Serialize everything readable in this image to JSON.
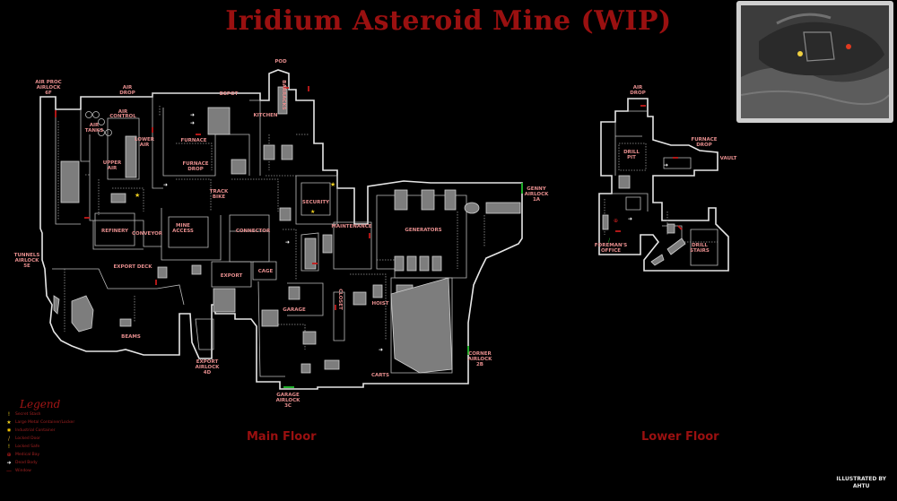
{
  "title": "Iridium Asteroid Mine (WIP)",
  "floors": {
    "main": "Main Floor",
    "lower": "Lower Floor"
  },
  "credit": {
    "line1": "ILLUSTRATED BY",
    "line2": "AHTU"
  },
  "labels": {
    "air_proc_1": "AIR PROC",
    "air_proc_2": "AIRLOCK",
    "air_proc_3": "6F",
    "air_drop_1": "AIR",
    "air_drop_2": "DROP",
    "air_control_1": "AIR",
    "air_control_2": "CONTROL",
    "air_tanks_1": "AIR",
    "air_tanks_2": "TANKS",
    "lower_air_1": "LOWER",
    "lower_air_2": "AIR",
    "upper_air_1": "UPPER",
    "upper_air_2": "AIR",
    "depot": "DEPOT",
    "pod": "POD",
    "barracks": "BARRACKS",
    "kitchen": "KITCHEN",
    "furnace": "FURNACE",
    "furnace_drop_1": "FURNACE",
    "furnace_drop_2": "DROP",
    "track_bike_1": "TRACK",
    "track_bike_2": "BIKE",
    "refinery": "REFINERY",
    "conveyor": "CONVEYOR",
    "mine_access_1": "MINE",
    "mine_access_2": "ACCESS",
    "connector": "CONNECTOR",
    "security": "SECURITY",
    "maintenance": "MAINTENANCE",
    "generators": "GENERATORS",
    "genny_1": "GENNY",
    "genny_2": "AIRLOCK",
    "genny_3": "1A",
    "tunnels_1": "TUNNELS",
    "tunnels_2": "AIRLOCK",
    "tunnels_3": "5E",
    "export_deck": "EXPORT DECK",
    "export": "EXPORT",
    "cage": "CAGE",
    "garage": "GARAGE",
    "closet": "CLOSET",
    "hoist": "HOIST",
    "beams": "BEAMS",
    "export_airlock_1": "EXPORT",
    "export_airlock_2": "AIRLOCK",
    "export_airlock_3": "4D",
    "carts": "CARTS",
    "corner_1": "CORNER",
    "corner_2": "AIRLOCK",
    "corner_3": "2B",
    "garage_airlock_1": "GARAGE",
    "garage_airlock_2": "AIRLOCK",
    "garage_airlock_3": "3C",
    "l_air_drop_1": "AIR",
    "l_air_drop_2": "DROP",
    "l_drill_pit_1": "DRILL",
    "l_drill_pit_2": "PIT",
    "l_furnace_drop_1": "FURNACE",
    "l_furnace_drop_2": "DROP",
    "l_vault": "VAULT",
    "l_foreman_1": "FOREMAN'S",
    "l_foreman_2": "OFFICE",
    "l_drill_stairs_1": "DRILL",
    "l_drill_stairs_2": "STAIRS"
  },
  "legend": {
    "title": "Legend",
    "items": [
      {
        "icon": "secret-stash-icon",
        "glyph": "!",
        "color": "#f0d020",
        "label": "Secret Stash"
      },
      {
        "icon": "large-container-icon",
        "glyph": "★",
        "color": "#f0d020",
        "label": "Large Metal Container/Locker"
      },
      {
        "icon": "industrial-container-icon",
        "glyph": "✸",
        "color": "#f0c000",
        "label": "Industrial Container"
      },
      {
        "icon": "locked-door-icon",
        "glyph": "/",
        "color": "#d0a030",
        "label": "Locked Door"
      },
      {
        "icon": "locked-safe-icon",
        "glyph": "!",
        "color": "#f0d020",
        "label": "Locked Safe"
      },
      {
        "icon": "medical-bay-icon",
        "glyph": "⊕",
        "color": "#d02020",
        "label": "Medical Bay"
      },
      {
        "icon": "dead-body-icon",
        "glyph": "➜",
        "color": "#ffffff",
        "label": "Dead Body"
      },
      {
        "icon": "window-icon",
        "glyph": "—",
        "color": "#b01818",
        "label": "Window"
      }
    ]
  }
}
